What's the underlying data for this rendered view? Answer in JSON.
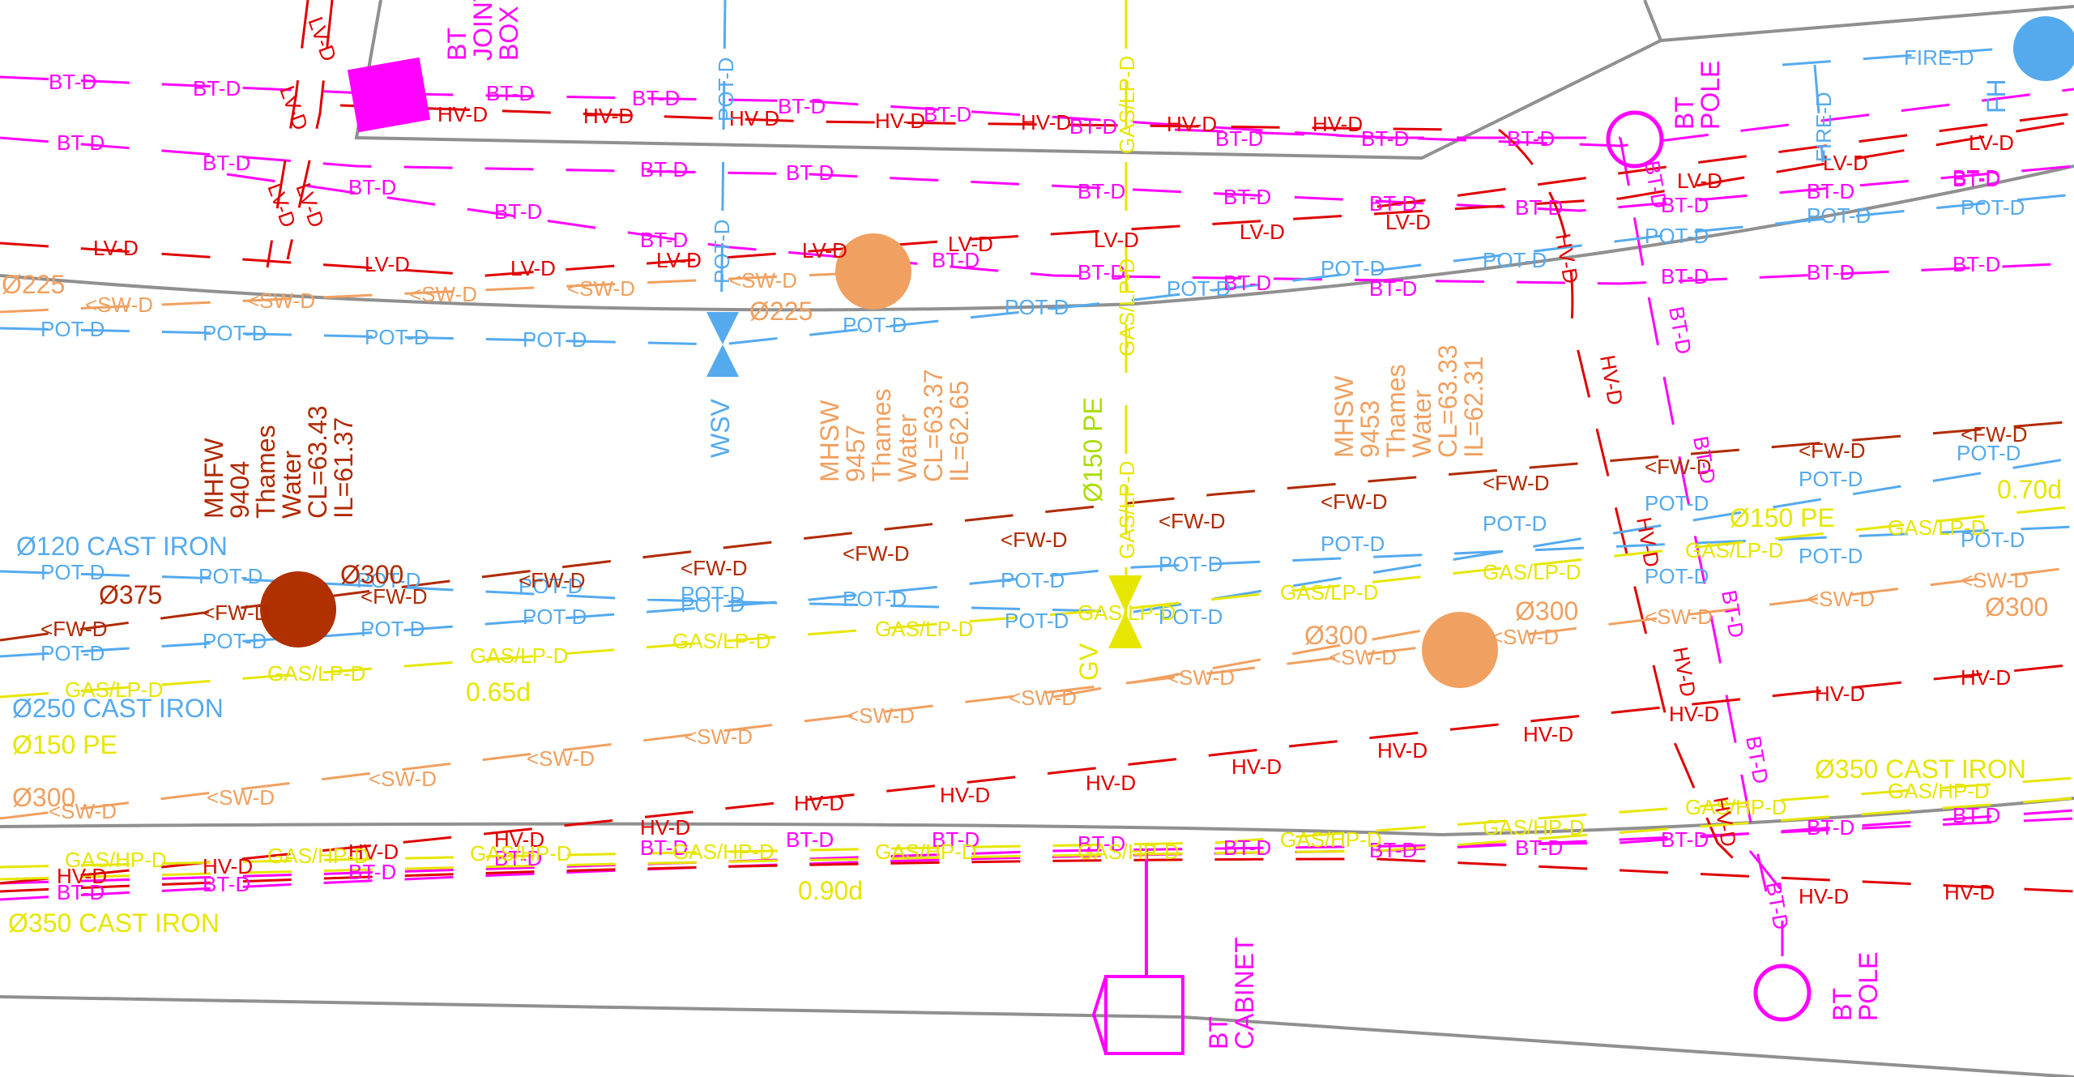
{
  "colors": {
    "bt": "#ff00ff",
    "hv": "#e00000",
    "lv": "#e00000",
    "fw": "#b02a00",
    "sw": "#f0a060",
    "pot": "#55aaee",
    "gas": "#e6e600",
    "gas_label": "#aadd00",
    "road": "#909090"
  },
  "line_codes": {
    "bt": "BT-D",
    "hv": "HV-D",
    "lv": "LV-D",
    "lv_rev": "LV-D",
    "pot": "POT-D",
    "fw": "<FW-D",
    "sw": "<SW-D",
    "gas_lp": "GAS/LP-D",
    "gas_hp": "GAS/HP-D",
    "fire": "FIRE-D"
  },
  "features": {
    "bt_joint_box": "BT\nJOINT\nBOX",
    "bt_pole_top": "BT\nPOLE",
    "bt_pole_bottom": "BT\nPOLE",
    "bt_cabinet": "BT\nCABINET",
    "fire_hydrant": "FH",
    "wsv": "WSV",
    "gv": "GV",
    "mhfw": "MHFW\n9404\nThames\nWater\nCL=63.43\nIL=61.37",
    "mhsw_1": "MHSW\n9457\nThames\nWater\nCL=63.37\nIL=62.65",
    "mhsw_2": "MHSW\n9453\nThames\nWater\nCL=63.33\nIL=62.31"
  },
  "annotations": {
    "d225_left": "Ø225",
    "d225_mid": "Ø225",
    "d120_ci": "Ø120 CAST IRON",
    "d375": "Ø375",
    "d300_fw": "Ø300",
    "d250_ci": "Ø250 CAST IRON",
    "d150_pe_left": "Ø150 PE",
    "d150_pe_vert": "Ø150 PE",
    "d150_pe_right": "Ø150 PE",
    "depth_065": "0.65d",
    "depth_070": "0.70d",
    "depth_090": "0.90d",
    "d300_sw_left": "Ø300",
    "d300_sw_mid": "Ø300",
    "d300_sw_mid2": "Ø300",
    "d300_sw_right": "Ø300",
    "d350_ci_left": "Ø350 CAST IRON",
    "d350_ci_right": "Ø350 CAST IRON"
  }
}
